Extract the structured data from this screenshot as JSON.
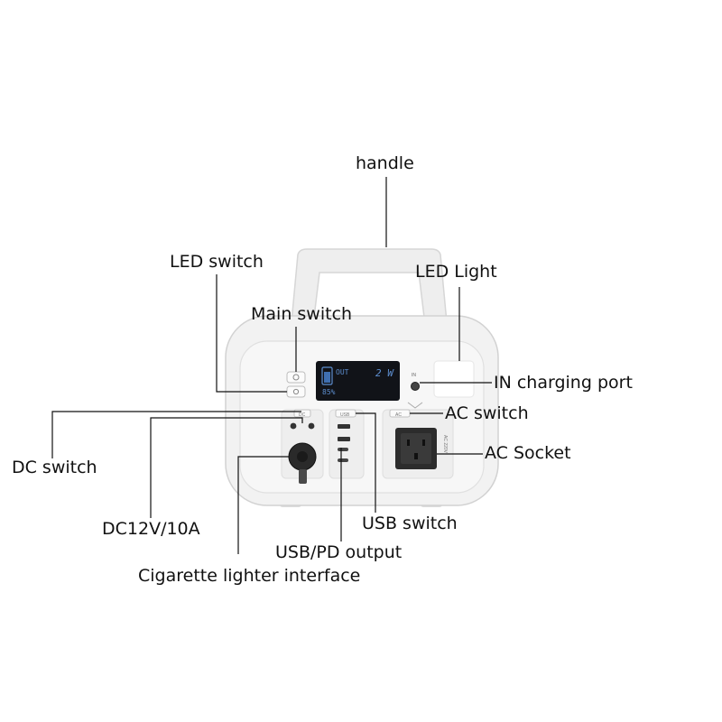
{
  "labels": {
    "handle": "handle",
    "led_switch": "LED switch",
    "led_light": "LED Light",
    "main_switch": "Main switch",
    "in_charging_port": "IN charging port",
    "ac_switch": "AC switch",
    "ac_socket": "AC Socket",
    "dc_switch": "DC switch",
    "dc12v": "DC12V/10A",
    "usb_switch": "USB switch",
    "usb_pd_output": "USB/PD output",
    "cigarette": "Cigarette lighter interface"
  },
  "device": {
    "lcd_out": "OUT",
    "lcd_watts": "2 W",
    "lcd_percent": "85%",
    "in_label": "IN",
    "dc_button": "DC",
    "usb_button": "USB",
    "ac_button": "AC",
    "ac_rating": "AC 220V"
  },
  "colors": {
    "body": "#f2f2f2",
    "lcd": "#111318",
    "lcd_text": "#5d8ecf",
    "leader": "#111111"
  }
}
